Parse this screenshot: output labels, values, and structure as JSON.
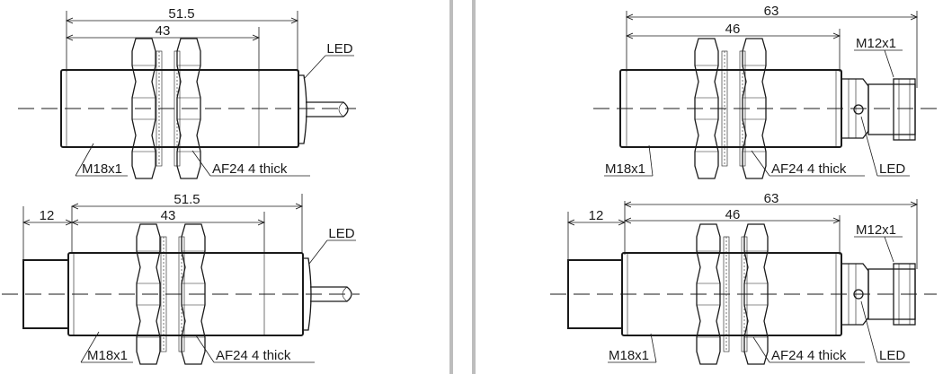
{
  "labels": {
    "len_total_cable": "51.5",
    "len_body_cable": "43",
    "len_total_conn": "63",
    "len_body_conn": "46",
    "extension": "12",
    "led": "LED",
    "thread_body": "M18x1",
    "thread_conn": "M12x1",
    "nut": "AF24  4 thick"
  },
  "colors": {
    "line": "#1a1a1a",
    "divider": "#bdbdbd",
    "background": "#ffffff"
  }
}
